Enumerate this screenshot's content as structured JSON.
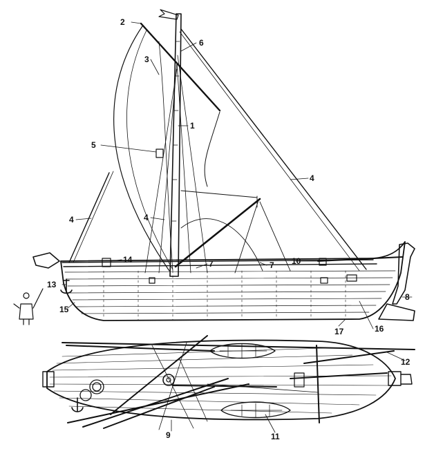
{
  "callouts": [
    {
      "id": "c1",
      "text": "1"
    },
    {
      "id": "c2",
      "text": "2"
    },
    {
      "id": "c3",
      "text": "3"
    },
    {
      "id": "c4a",
      "text": "4"
    },
    {
      "id": "c4b",
      "text": "4"
    },
    {
      "id": "c4c",
      "text": "4"
    },
    {
      "id": "c5",
      "text": "5"
    },
    {
      "id": "c6",
      "text": "6"
    },
    {
      "id": "c7a",
      "text": "7"
    },
    {
      "id": "c7b",
      "text": "7"
    },
    {
      "id": "c8",
      "text": "8"
    },
    {
      "id": "c9",
      "text": "9"
    },
    {
      "id": "c10",
      "text": "10"
    },
    {
      "id": "c11",
      "text": "11"
    },
    {
      "id": "c12",
      "text": "12"
    },
    {
      "id": "c13",
      "text": "13"
    },
    {
      "id": "c14",
      "text": "14"
    },
    {
      "id": "c15",
      "text": "15"
    },
    {
      "id": "c16",
      "text": "16"
    },
    {
      "id": "c17",
      "text": "17"
    }
  ],
  "colors": {
    "ink": "#111111",
    "paper": "#ffffff"
  }
}
